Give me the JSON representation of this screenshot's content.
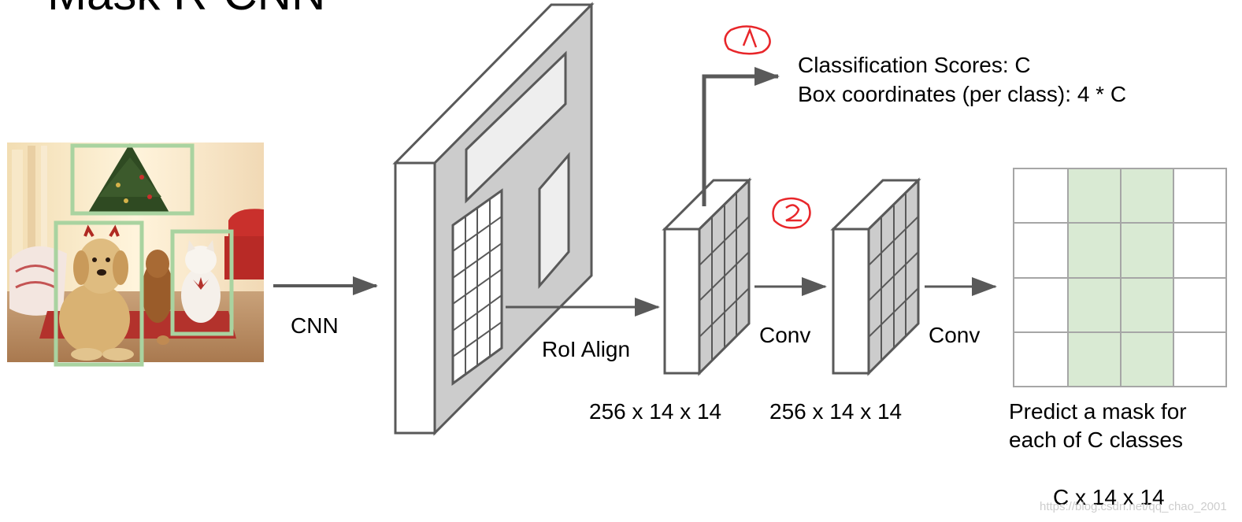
{
  "title": "Mask R-CNN",
  "labels": {
    "cnn": "CNN",
    "roi_align": "RoI Align",
    "conv_1": "Conv",
    "conv_2": "Conv",
    "dims_1": "256 x 14 x 14",
    "dims_2": "256 x 14 x 14",
    "output_line_1": "Classification Scores: C",
    "output_line_2": "Box coordinates (per class): 4 * C",
    "mask_caption_1": "Predict a mask for",
    "mask_caption_2": "each of C classes",
    "mask_dims": "C x 14 x 14",
    "watermark": "https://blog.csdn.net/qq_chao_2001"
  },
  "annotations": {
    "circled_1": "1",
    "circled_2": "2"
  },
  "colors": {
    "box_green": "#a9d3a0",
    "mask_green": "#d9ead3",
    "arrow_gray": "#595959",
    "panel_gray": "#cccccc",
    "annotation_red": "#e8262a"
  }
}
